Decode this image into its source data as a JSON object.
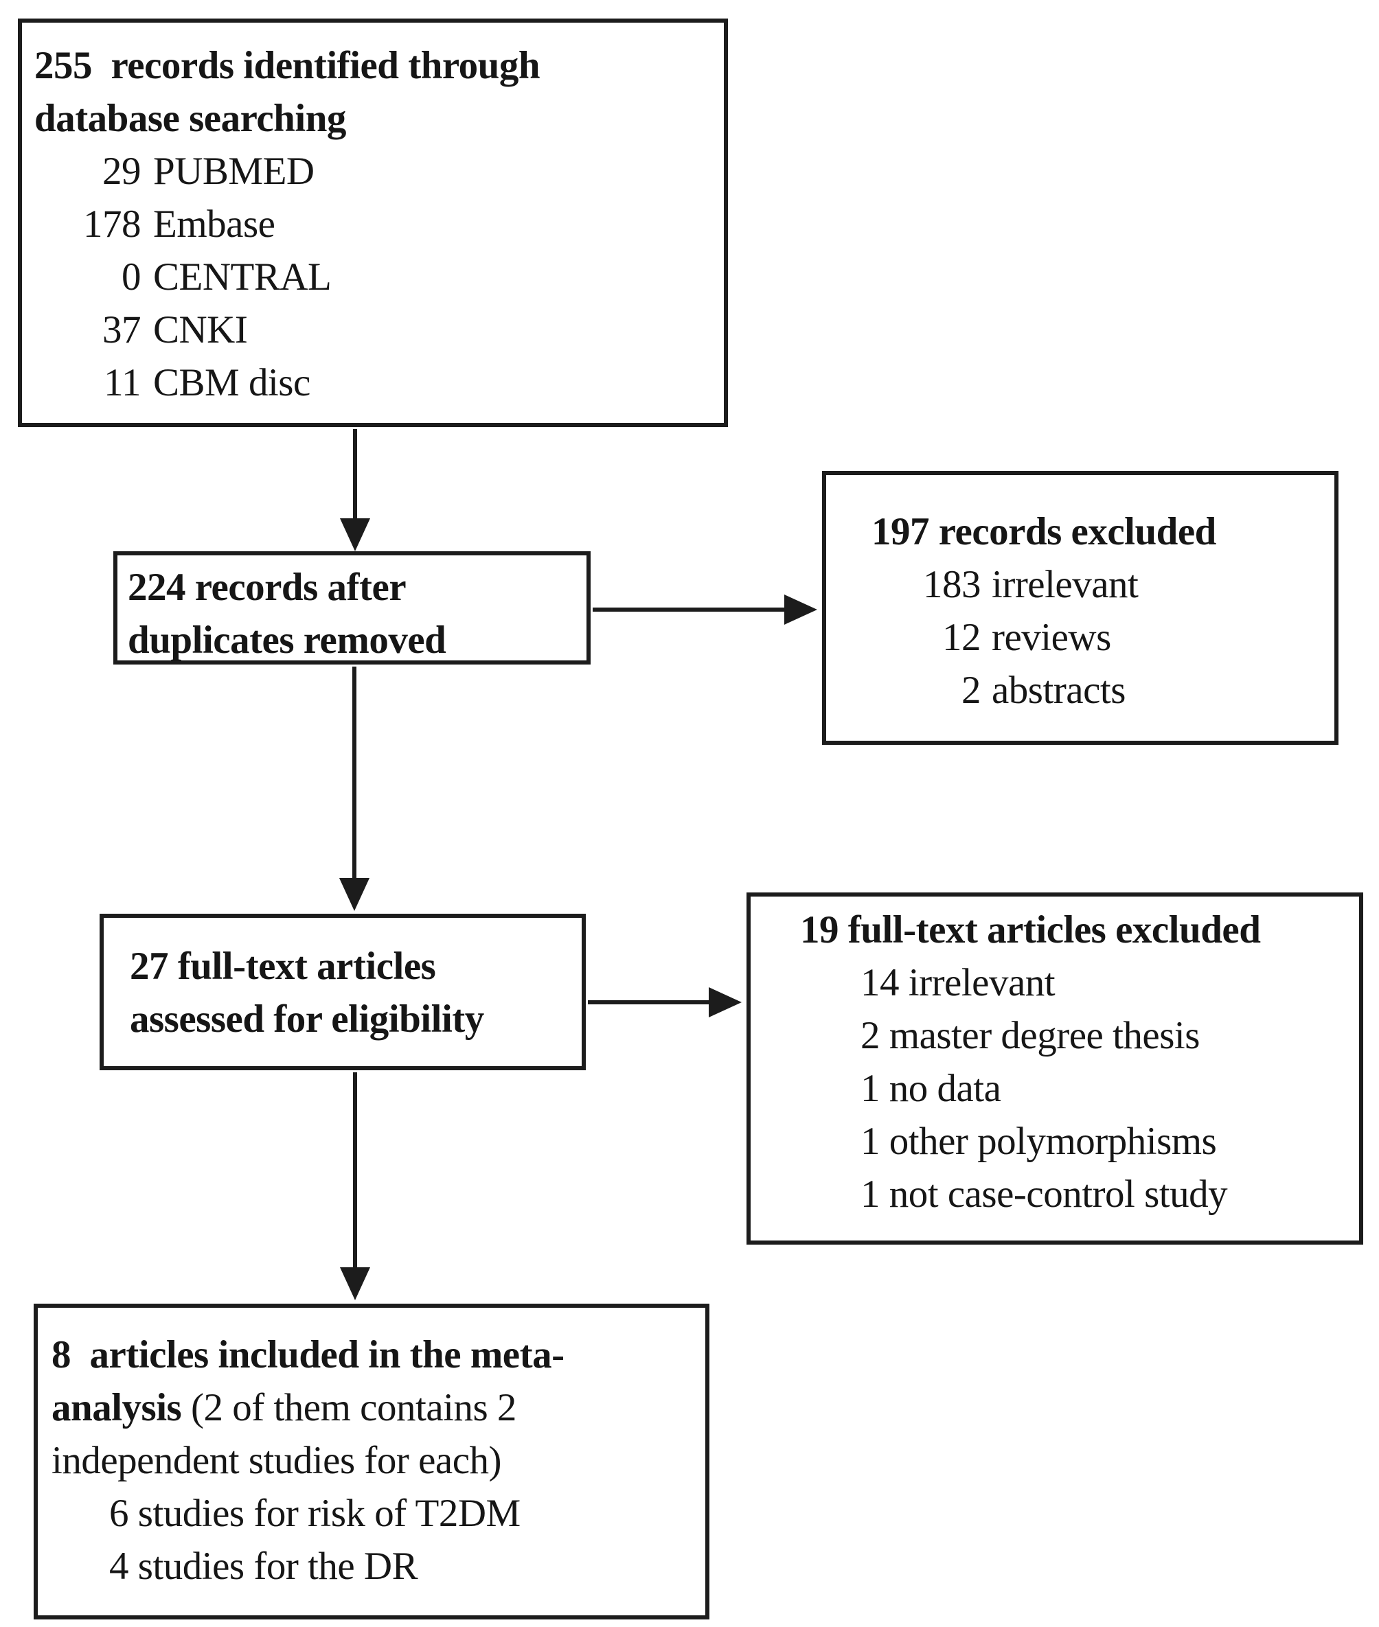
{
  "colors": {
    "ink": "#1c1c1c",
    "background": "#ffffff"
  },
  "boxes": {
    "identified": {
      "title_line1": "255  records identified through",
      "title_line2": "database searching",
      "items": [
        {
          "count": "29",
          "label": "PUBMED"
        },
        {
          "count": "178",
          "label": "Embase"
        },
        {
          "count": "0",
          "label": "CENTRAL"
        },
        {
          "count": "37",
          "label": "CNKI"
        },
        {
          "count": "11",
          "label": "CBM disc"
        }
      ]
    },
    "duplicates_removed": {
      "line1": "224 records after",
      "line2": "duplicates removed"
    },
    "records_excluded": {
      "title": "197 records excluded",
      "items": [
        {
          "count": "183",
          "label": "irrelevant"
        },
        {
          "count": "12",
          "label": "reviews"
        },
        {
          "count": "2",
          "label": "abstracts"
        }
      ]
    },
    "fulltext_assessed": {
      "line1": "27 full-text articles",
      "line2": "assessed for eligibility"
    },
    "fulltext_excluded": {
      "title": "19 full-text articles excluded",
      "items": [
        "14 irrelevant",
        "2 master degree thesis",
        "1 no data",
        "1 other polymorphisms",
        "1 not case-control study"
      ]
    },
    "included": {
      "bold_line1": "8  articles included in the meta-",
      "bold_word": "analysis",
      "rest_line2": " (2 of them contains 2",
      "line3": "independent studies for each)",
      "items": [
        "6 studies for risk of T2DM",
        "4 studies for the DR"
      ]
    }
  }
}
